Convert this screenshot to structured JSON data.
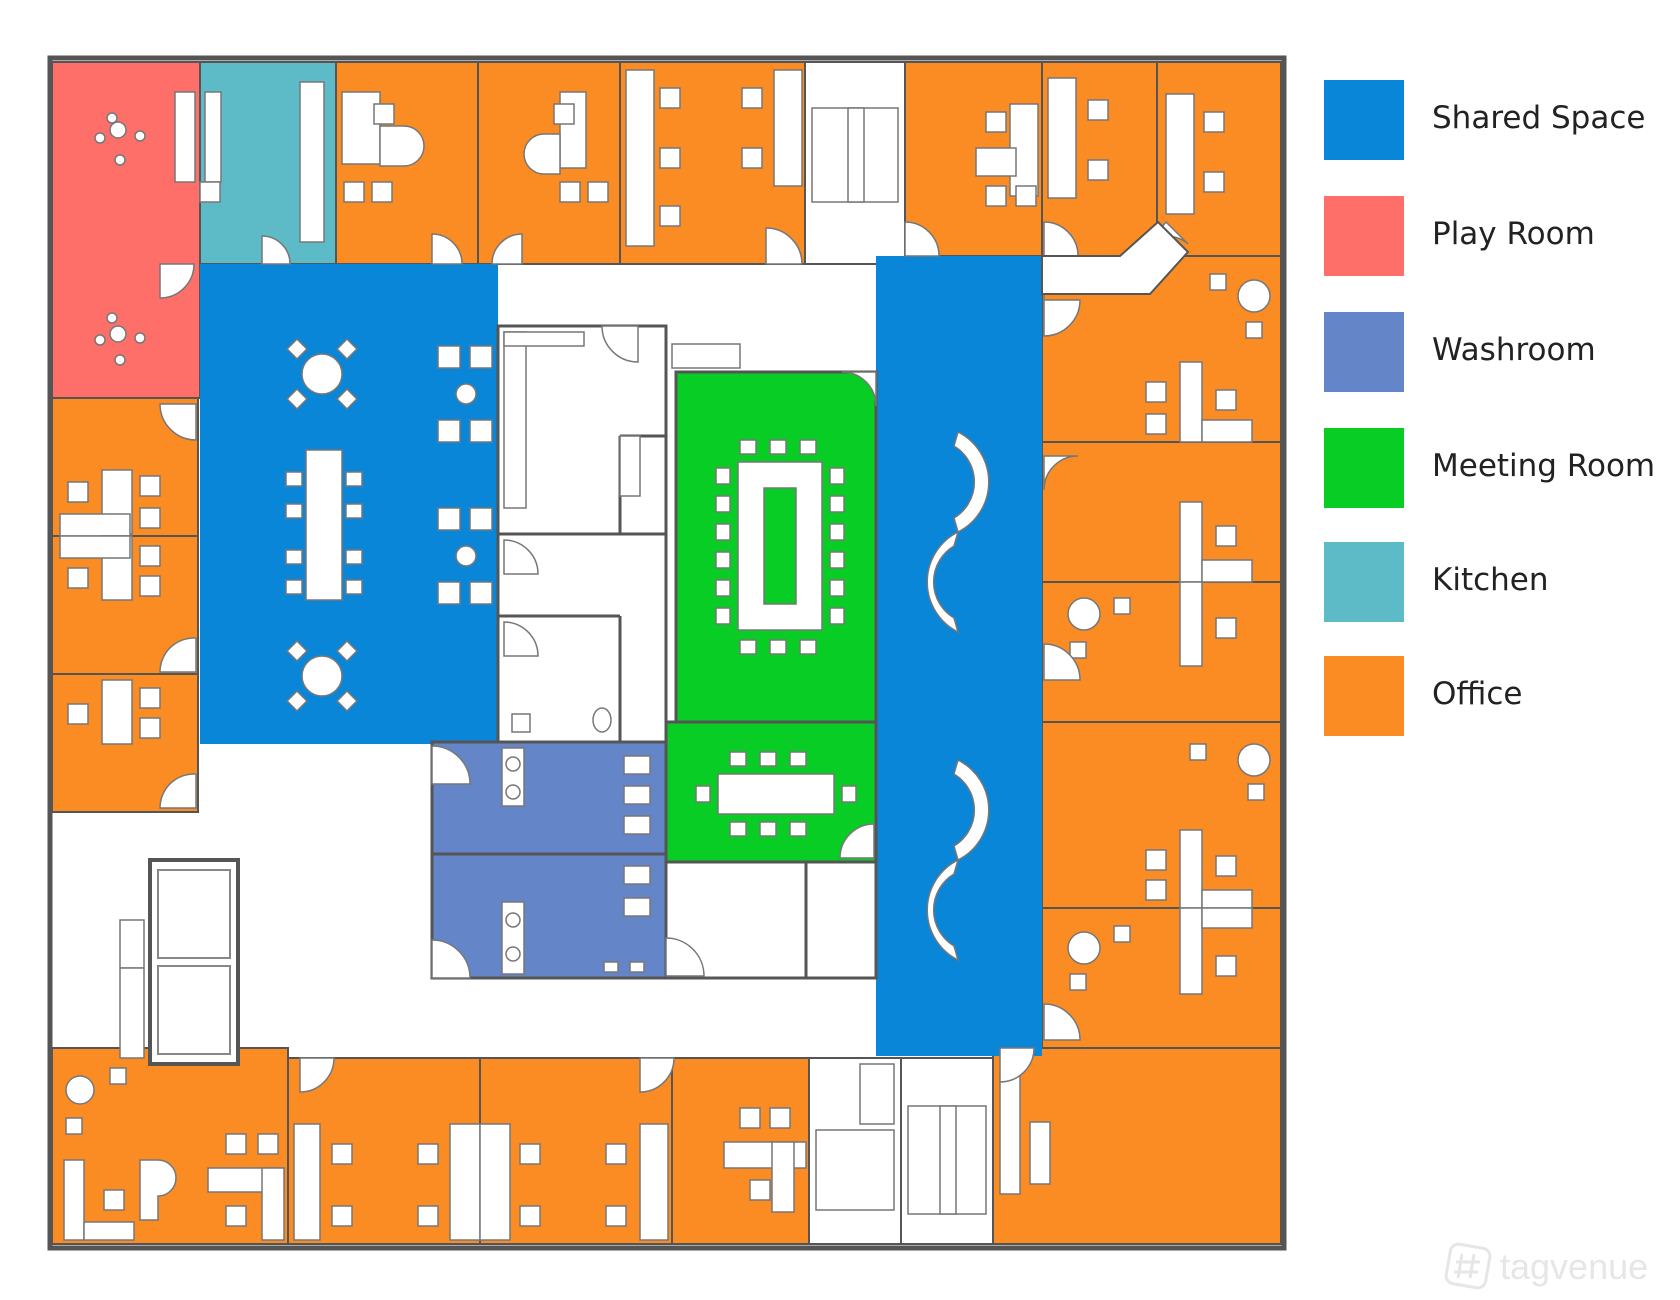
{
  "legend": {
    "items": [
      {
        "label": "Shared Space",
        "color": "#0a86d8"
      },
      {
        "label": "Play Room",
        "color": "#fe6f6a"
      },
      {
        "label": "Washroom",
        "color": "#6485c8"
      },
      {
        "label": "Meeting Room",
        "color": "#08cd25"
      },
      {
        "label": "Kitchen",
        "color": "#5dbbc8"
      },
      {
        "label": "Office",
        "color": "#fa8c23"
      }
    ]
  },
  "colors": {
    "wall": "#555555",
    "corridor": "#ffffff",
    "service": "#ffffff",
    "furniture": "#ffffff",
    "furniture_stroke": "#777777"
  },
  "watermark": {
    "text": "tagvenue",
    "icon": "tagvenue-logo-icon"
  }
}
